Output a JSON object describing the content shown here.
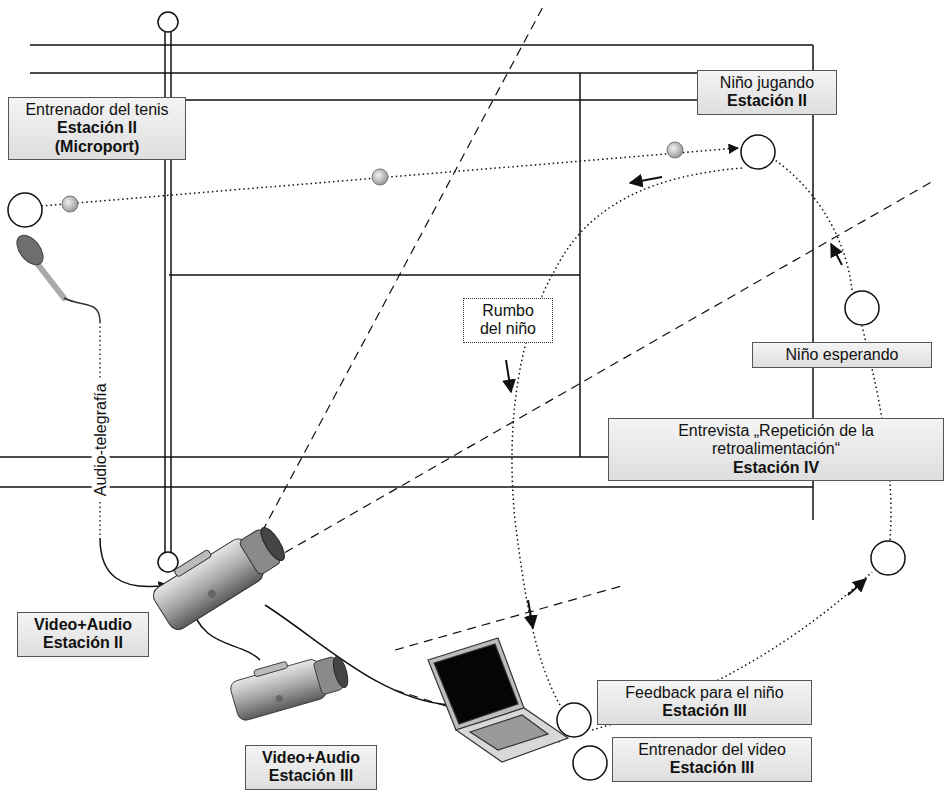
{
  "diagram": {
    "nodes": [
      {
        "text": [
          "Entrenador del tenis",
          "Estación II (Microport)"
        ]
      },
      {
        "text": [
          "Niño jugando",
          "Estación II"
        ]
      },
      {
        "text": [
          "Rumbo del niño"
        ]
      },
      {
        "text": [
          "Niño esperando"
        ]
      },
      {
        "text": [
          "Entrevista „Repetición de la retroalimentación“",
          "Estación IV"
        ]
      },
      {
        "text": [
          "Feedback para el niño",
          "Estación III"
        ]
      },
      {
        "text": [
          "Entrenador del video",
          "Estación III"
        ]
      },
      {
        "text": [
          "Video+Audio",
          "Estación II"
        ]
      },
      {
        "text": [
          "Video+Audio",
          "Estación III"
        ]
      }
    ],
    "labels": [
      "Audio-telegrafía"
    ]
  }
}
